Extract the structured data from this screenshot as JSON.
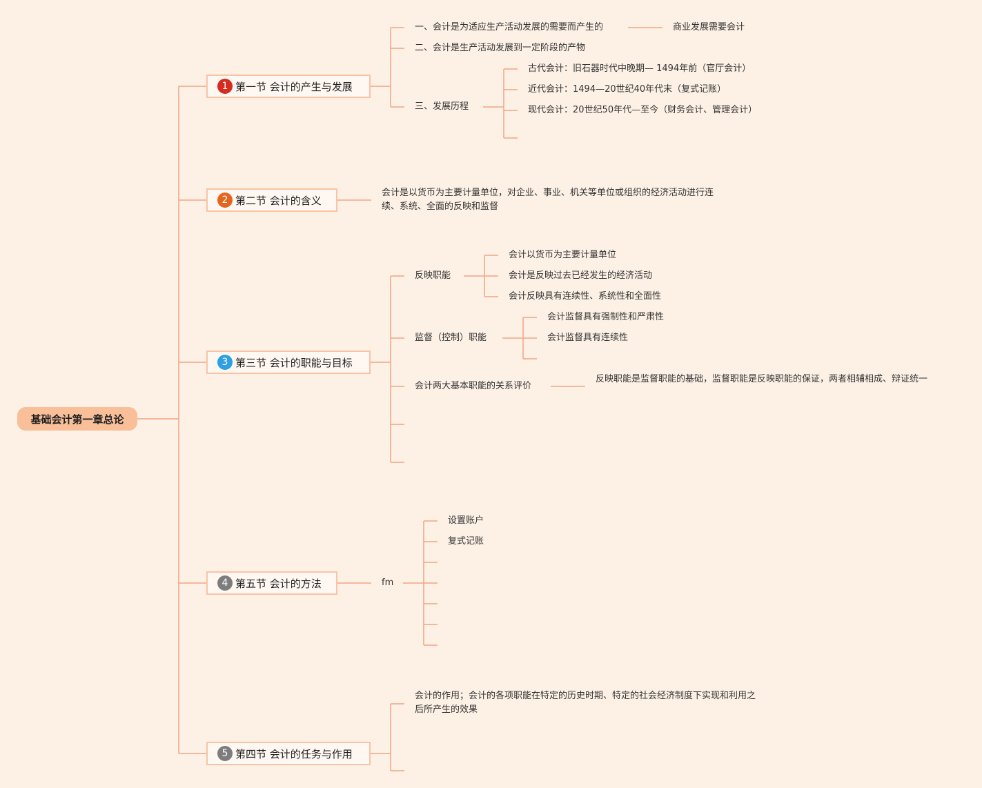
{
  "root": {
    "label": "基础会计第一章总论"
  },
  "sections": [
    {
      "label": "第一节 会计的产生与发展",
      "badge": "1",
      "badge_color": "#d62b1f"
    },
    {
      "label": "第二节 会计的含义",
      "badge": "2",
      "badge_color": "#e4651e"
    },
    {
      "label": "第三节 会计的职能与目标",
      "badge": "3",
      "badge_color": "#2e9fe0"
    },
    {
      "label": "第五节 会计的方法",
      "badge": "4",
      "badge_color": "#7d7d7d"
    },
    {
      "label": "第四节 会计的任务与作用",
      "badge": "5",
      "badge_color": "#7d7d7d"
    }
  ],
  "s1": {
    "item1": "一、会计是为适应生产活动发展的需要而产生的",
    "item1_note": "商业发展需要会计",
    "item2": "二、会计是生产活动发展到一定阶段的产物",
    "item3": "三、发展历程",
    "history": [
      "古代会计：旧石器时代中晚期— 1494年前（官厅会计）",
      "近代会计：1494—20世纪40年代末（复式记账）",
      "现代会计：20世纪50年代—至今（财务会计、管理会计）"
    ]
  },
  "s2": {
    "definition": "会计是以货币为主要计量单位，对企业、事业、机关等单位或组织的经济活动进行连续、系统、全面的反映和监督"
  },
  "s3": {
    "reflect": "反映职能",
    "reflect_items": [
      "会计以货币为主要计量单位",
      "会计是反映过去已经发生的经济活动",
      "会计反映具有连续性、系统性和全面性"
    ],
    "supervise": "监督（控制）职能",
    "supervise_items": [
      "会计监督具有强制性和严肃性",
      "会计监督具有连续性"
    ],
    "relation": "会计两大基本职能的关系评价",
    "relation_text": "反映职能是监督职能的基础，监督职能是反映职能的保证，两者相辅相成、辩证统一"
  },
  "s4": {
    "fm": "fm",
    "items": [
      "设置账户",
      "复式记账"
    ]
  },
  "s5": {
    "role": "会计的作用；会计的各项职能在特定的历史时期、特定的社会经济制度下实现和利用之后所产生的效果"
  },
  "colors": {
    "line": "#f0a583",
    "background": "#fdf1e6",
    "root_fill": "#f8bf99",
    "node_border": "#f8c4a4"
  }
}
